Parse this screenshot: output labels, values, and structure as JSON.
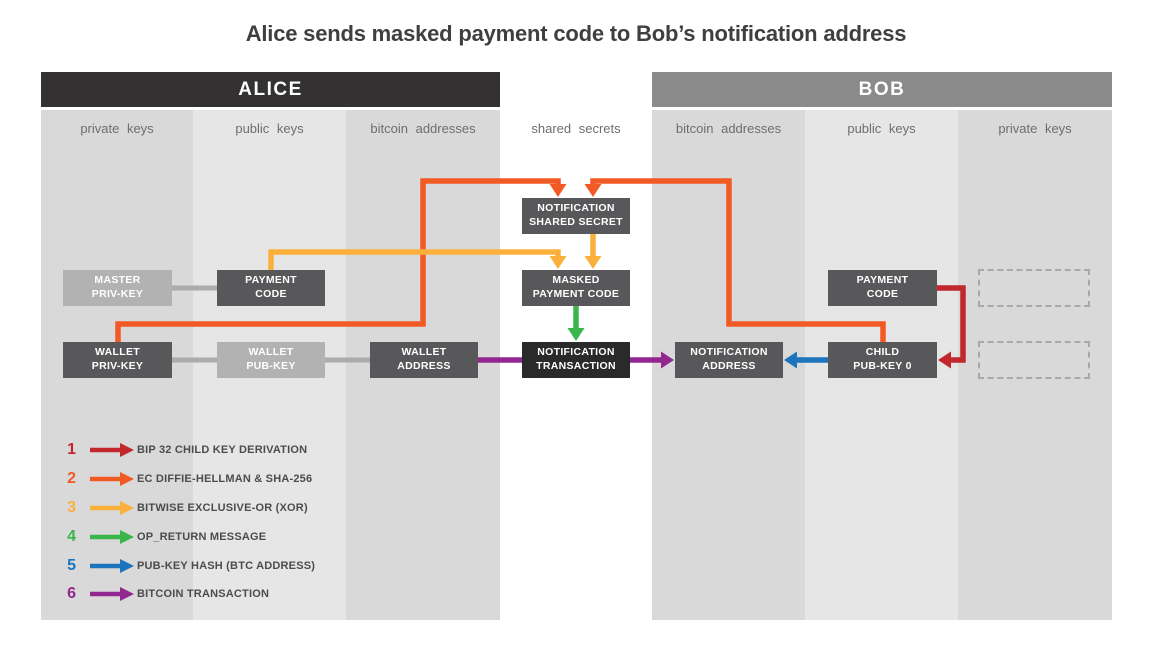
{
  "title": "Alice sends masked payment code to Bob’s notification address",
  "alice": {
    "header": "ALICE",
    "columns": [
      "private keys",
      "public keys",
      "bitcoin addresses"
    ]
  },
  "bob": {
    "header": "BOB",
    "columns": [
      "bitcoin addresses",
      "public keys",
      "private keys"
    ]
  },
  "middle": {
    "column": "shared secrets"
  },
  "boxes": {
    "master_priv_key": "MASTER\nPRIV-KEY",
    "payment_code_alice": "PAYMENT\nCODE",
    "wallet_priv_key": "WALLET\nPRIV-KEY",
    "wallet_pub_key": "WALLET\nPUB-KEY",
    "wallet_address": "WALLET\nADDRESS",
    "notification_shared_secret": "NOTIFICATION\nSHARED SECRET",
    "masked_payment_code": "MASKED\nPAYMENT CODE",
    "notification_transaction": "NOTIFICATION\nTRANSACTION",
    "notification_address": "NOTIFICATION\nADDRESS",
    "payment_code_bob": "PAYMENT\nCODE",
    "child_pub_key_0": "CHILD\nPUB-KEY 0"
  },
  "legend": {
    "items": [
      {
        "number": "1",
        "label": "BIP 32 CHILD KEY DERIVATION",
        "color": "#c1272d"
      },
      {
        "number": "2",
        "label": "EC DIFFIE-HELLMAN & SHA-256",
        "color": "#f15a24"
      },
      {
        "number": "3",
        "label": "BITWISE EXCLUSIVE-OR (XOR)",
        "color": "#fbb03b"
      },
      {
        "number": "4",
        "label": "OP_RETURN MESSAGE",
        "color": "#39b54a"
      },
      {
        "number": "5",
        "label": "PUB-KEY HASH (BTC ADDRESS)",
        "color": "#1c75bc"
      },
      {
        "number": "6",
        "label": "BITCOIN TRANSACTION",
        "color": "#92278f"
      }
    ]
  },
  "ui": {
    "alice_header_bg": "#333132",
    "bob_header_bg": "#8a8a8a",
    "col_dark": "#d9d9d9",
    "col_light": "#e6e6e6",
    "box_dark": "#58585a",
    "box_light": "#b2b2b3",
    "box_black": "#2a2a2b",
    "connector": "#ababab",
    "dashed_border": "#a7a9ac"
  }
}
